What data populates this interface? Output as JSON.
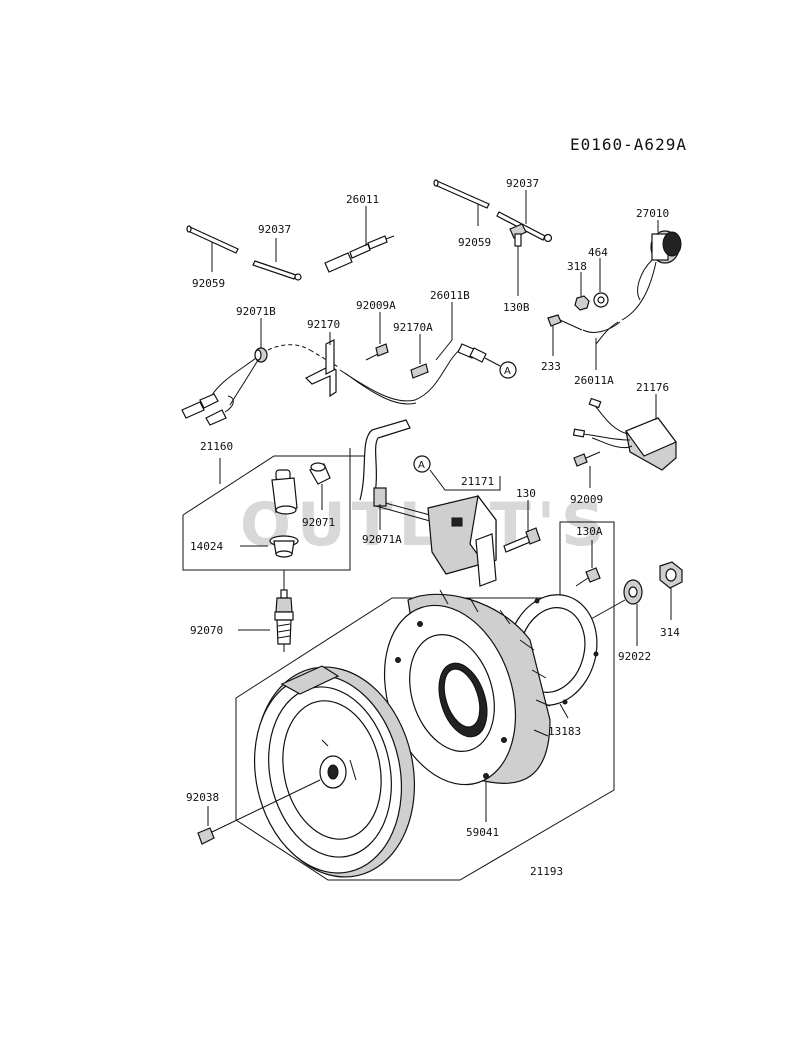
{
  "diagram_code": "E0160-A629A",
  "watermark": "OUTLET'S",
  "callout_letter": "A",
  "parts": {
    "p92059_left": "92059",
    "p92037_left": "92037",
    "p26011": "26011",
    "p92059_right": "92059",
    "p92037_right": "92037",
    "p27010": "27010",
    "p464": "464",
    "p318": "318",
    "p130B": "130B",
    "p92071B": "92071B",
    "p92170": "92170",
    "p92009A": "92009A",
    "p92170A": "92170A",
    "p26011B": "26011B",
    "p233": "233",
    "p26011A": "26011A",
    "p21176": "21176",
    "p21160": "21160",
    "p21171": "21171",
    "p130": "130",
    "p92009": "92009",
    "p92071": "92071",
    "p14024": "14024",
    "p92071A": "92071A",
    "p130A": "130A",
    "p92070": "92070",
    "p314": "314",
    "p92022": "92022",
    "p13183": "13183",
    "p92038": "92038",
    "p59041": "59041",
    "p21193": "21193"
  }
}
